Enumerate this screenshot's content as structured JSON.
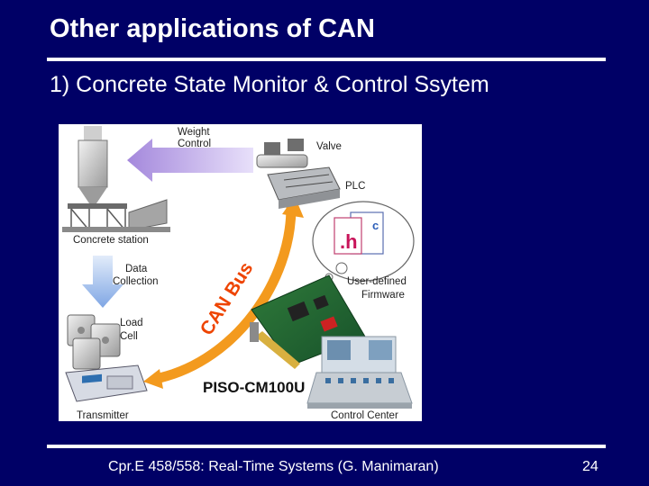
{
  "slide": {
    "title": "Other applications of CAN",
    "subtitle": "1) Concrete State Monitor & Control Ssytem",
    "footer": "Cpr.E 458/558: Real-Time Systems (G. Manimaran)",
    "page_number": "24"
  },
  "figure": {
    "labels": {
      "weight_control": [
        "Weight",
        "Control"
      ],
      "valve": "Valve",
      "plc": "PLC",
      "concrete_station": "Concrete station",
      "data_collection": [
        "Data",
        "Collection"
      ],
      "user_defined_firmware": [
        "User-defined",
        "Firmware"
      ],
      "load_cell": [
        "Load",
        "Cell"
      ],
      "can_bus": "CAN Bus",
      "card": "PISO-CM100U",
      "transmitter": "Transmitter",
      "control_center": "Control Center",
      "file_h": ".h",
      "file_c": "c"
    },
    "colors": {
      "slide_background": "#000066",
      "bus_arrow": "#f39a1e",
      "bus_text": "#ee4400",
      "control_arrow": "#b49ae0",
      "data_arrow": "#8fb4e8"
    }
  }
}
